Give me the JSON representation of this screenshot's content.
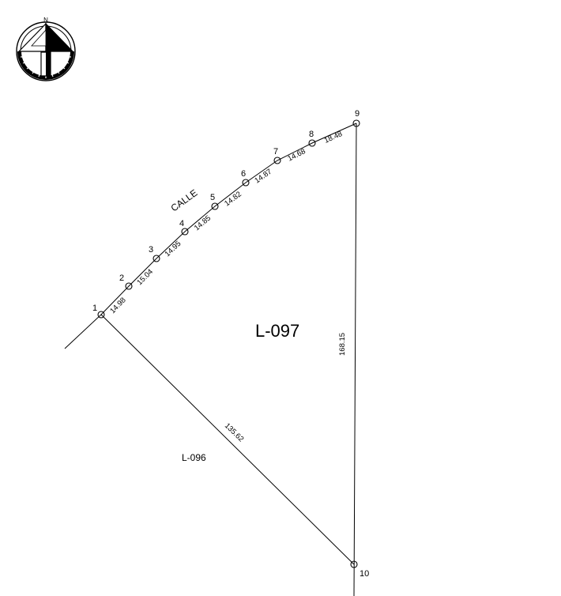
{
  "north_symbol": {
    "icon": "north-arrow-icon",
    "label": "N"
  },
  "street_label": "CALLE",
  "main_lot": "L-097",
  "adjacent_lot": "L-096",
  "points": [
    {
      "id": "1"
    },
    {
      "id": "2"
    },
    {
      "id": "3"
    },
    {
      "id": "4"
    },
    {
      "id": "5"
    },
    {
      "id": "6"
    },
    {
      "id": "7"
    },
    {
      "id": "8"
    },
    {
      "id": "9"
    },
    {
      "id": "10"
    }
  ],
  "segment_lengths": [
    {
      "from": "1",
      "to": "2",
      "length": "14.98"
    },
    {
      "from": "2",
      "to": "3",
      "length": "15.04"
    },
    {
      "from": "3",
      "to": "4",
      "length": "14.95"
    },
    {
      "from": "4",
      "to": "5",
      "length": "14.85"
    },
    {
      "from": "5",
      "to": "6",
      "length": "14.82"
    },
    {
      "from": "6",
      "to": "7",
      "length": "14.87"
    },
    {
      "from": "7",
      "to": "8",
      "length": "14.68"
    },
    {
      "from": "8",
      "to": "9",
      "length": "18.48"
    },
    {
      "from": "9",
      "to": "10",
      "length": "168.15"
    },
    {
      "from": "10",
      "to": "1",
      "length": "135.62"
    }
  ]
}
